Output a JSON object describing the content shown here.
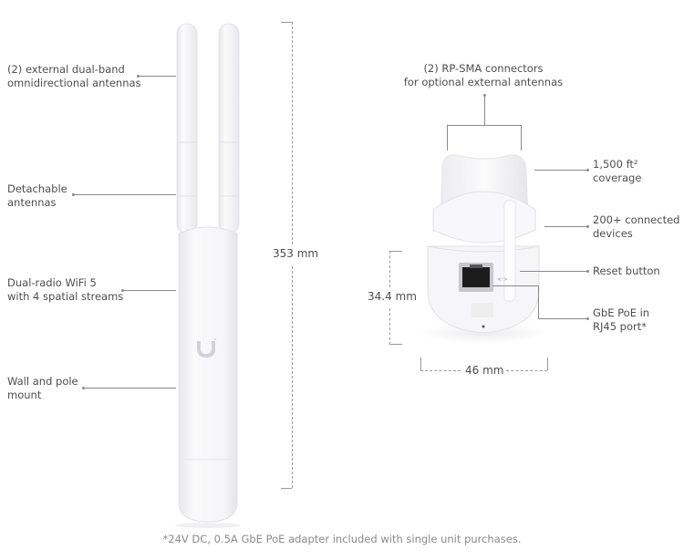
{
  "left_device": {
    "name": "access-point-front-view",
    "callouts": [
      {
        "line1": "(2) external dual-band",
        "line2": "omnidirectional antennas"
      },
      {
        "line1": "Detachable",
        "line2": "antennas"
      },
      {
        "line1": "Dual-radio WiFi 5",
        "line2": "with 4 spatial streams"
      },
      {
        "line1": "Wall and pole",
        "line2": "mount"
      }
    ],
    "height_dimension": "353 mm",
    "logo_icon": "ubiquiti-u-logo"
  },
  "right_device": {
    "name": "access-point-bottom-view",
    "top_callout": {
      "line1": "(2) RP-SMA connectors",
      "line2": "for optional external antennas"
    },
    "callouts": [
      {
        "line1": "1,500 ft²",
        "line2": "coverage"
      },
      {
        "line1": "200+ connected",
        "line2": "devices"
      },
      {
        "line1": "Reset button",
        "line2": ""
      },
      {
        "line1": "GbE PoE in",
        "line2": "RJ45 port*"
      }
    ],
    "height_dimension": "34.4 mm",
    "width_dimension": "46 mm",
    "port_icon": "rj45-port"
  },
  "footnote": "*24V DC, 0.5A GbE PoE adapter included with single unit purchases.",
  "colors": {
    "line": "#8a8a8a",
    "text": "#4e4e4e",
    "device": "#f4f4f6",
    "footnote": "#8a8a8a"
  }
}
